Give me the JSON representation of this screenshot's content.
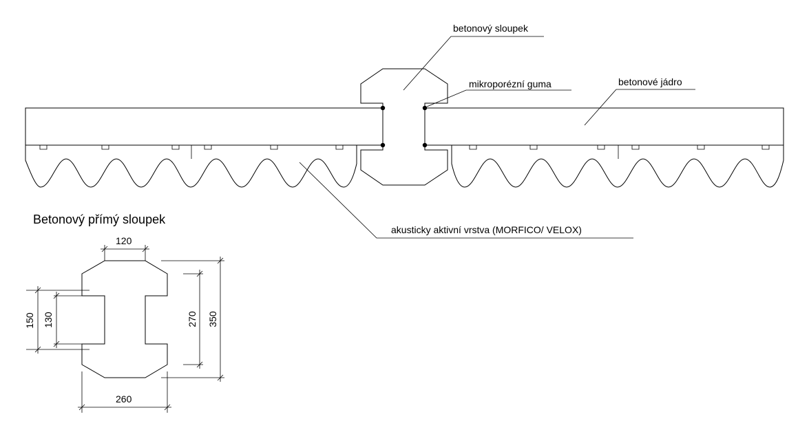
{
  "labels": {
    "post": "betonový sloupek",
    "rubber": "mikroporézní guma",
    "core": "betonové jádro",
    "acoustic_layer": "akusticky aktivní vrstva (MORFICO/ VELOX)"
  },
  "detail": {
    "title": "Betonový přímý sloupek",
    "dimensions": {
      "top_width": "120",
      "flange_height": "150",
      "web_height": "130",
      "inner_height": "270",
      "total_height": "350",
      "total_width": "260"
    }
  }
}
